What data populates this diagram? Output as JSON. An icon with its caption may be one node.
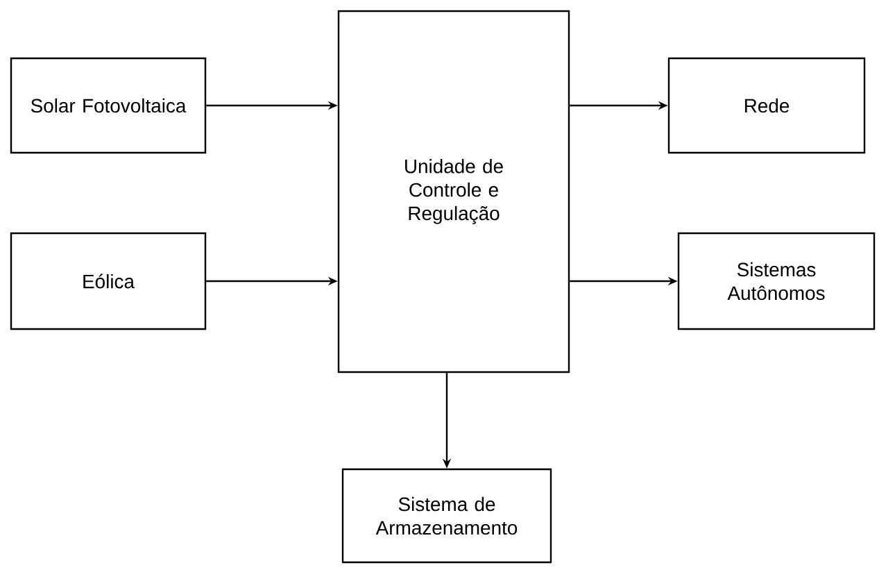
{
  "diagram": {
    "nodes": [
      {
        "text": [
          "Solar Fotovoltaica"
        ]
      },
      {
        "text": [
          "Eólica"
        ]
      },
      {
        "text": [
          "Unidade de Controle e Regulação"
        ]
      },
      {
        "text": [
          "Rede"
        ]
      },
      {
        "text": [
          "Sistemas Autônomos"
        ]
      },
      {
        "text": [
          "Sistema de Armazenamento"
        ]
      }
    ],
    "edges": [
      {
        "from": 0,
        "to": 2,
        "arrow": "to"
      },
      {
        "from": 1,
        "to": 2,
        "arrow": "to"
      },
      {
        "from": 2,
        "to": 3,
        "arrow": "to"
      },
      {
        "from": 2,
        "to": 4,
        "arrow": "to"
      },
      {
        "from": 2,
        "to": 5,
        "arrow": "to"
      }
    ]
  }
}
